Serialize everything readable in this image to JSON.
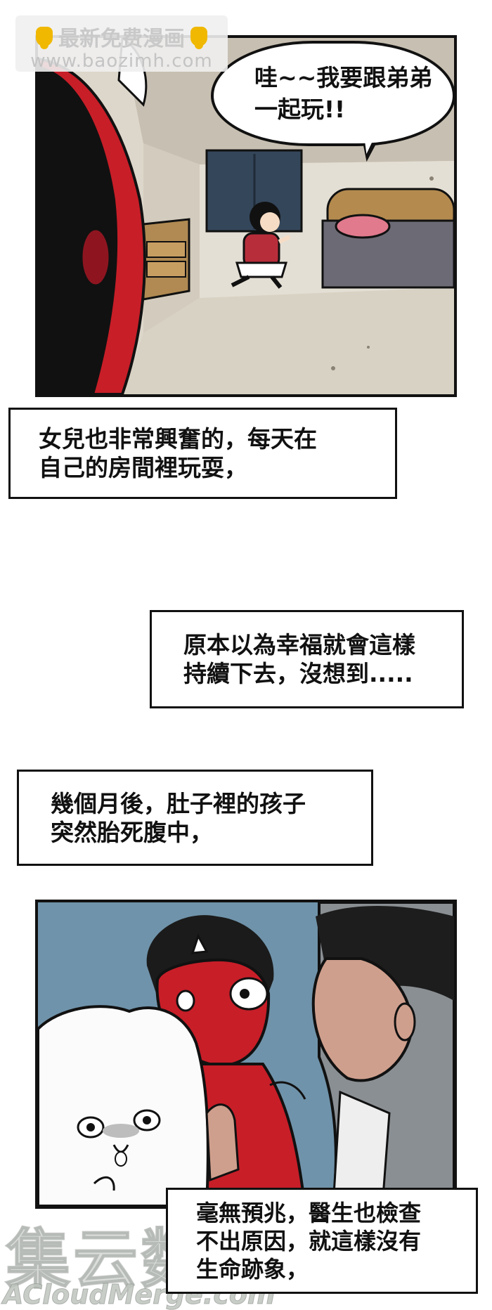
{
  "watermark_top": {
    "line1": "最新免费漫画",
    "line2": "www.baozimh.com"
  },
  "panel1": {
    "speech": [
      "哇~~我要跟弟弟",
      "一起玩!!"
    ]
  },
  "narration1": [
    "女兒也非常興奮的，每天在",
    "自己的房間裡玩耍，"
  ],
  "narration2": [
    "原本以為幸福就會這樣",
    "持續下去，沒想到....."
  ],
  "narration3": [
    "幾個月後，肚子裡的孩子",
    "突然胎死腹中，"
  ],
  "narration4": [
    "毫無預兆，醫生也檢查",
    "不出原因，就這樣沒有",
    "生命跡象，"
  ],
  "watermark_bottom": {
    "big": "集云数",
    "small": "ACloudMerge.com"
  },
  "colors": {
    "demon_red": "#c81e28",
    "ink": "#111111",
    "room_wall": "#ded8cc",
    "blue_bg": "#6f93aa"
  }
}
